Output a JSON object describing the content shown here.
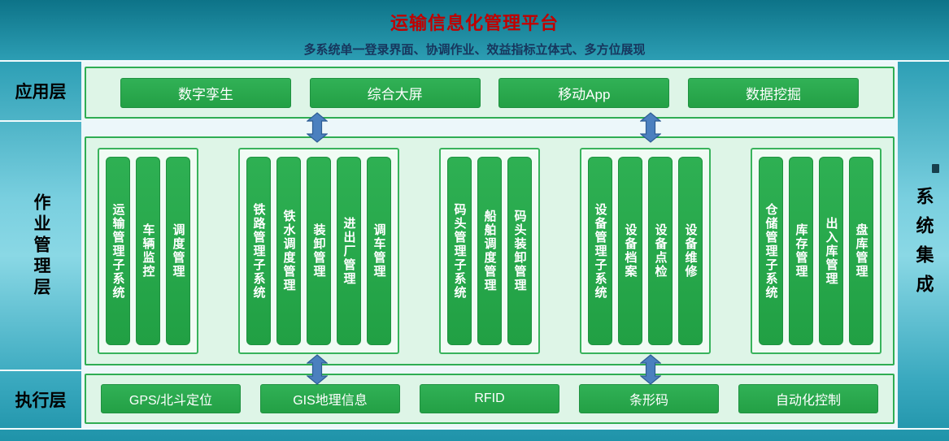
{
  "header": {
    "title": "运输信息化管理平台",
    "subtitle": "多系统单一登录界面、协调作业、效益指标立体式、多方位展现"
  },
  "side": {
    "right_label": "系统集成"
  },
  "layers": {
    "application": {
      "label": "应用层",
      "items": [
        "数字孪生",
        "综合大屏",
        "移动App",
        "数据挖掘"
      ]
    },
    "operation": {
      "label": "作业管理层",
      "groups": [
        {
          "bars": [
            "运输管理子系统",
            "车辆监控",
            "调度管理"
          ]
        },
        {
          "bars": [
            "铁路管理子系统",
            "铁水调度管理",
            "装卸管理",
            "进出厂管理",
            "调车管理"
          ]
        },
        {
          "bars": [
            "码头管理子系统",
            "船舶调度管理",
            "码头装卸管理"
          ]
        },
        {
          "bars": [
            "设备管理子系统",
            "设备档案",
            "设备点检",
            "设备维修"
          ]
        },
        {
          "bars": [
            "仓储管理子系统",
            "库存管理",
            "出入库管理",
            "盘库管理"
          ]
        }
      ]
    },
    "execution": {
      "label": "执行层",
      "items": [
        "GPS/北斗定位",
        "GIS地理信息",
        "RFID",
        "条形码",
        "自动化控制"
      ]
    }
  },
  "colors": {
    "accent_green": "#28a449",
    "panel_mint": "#def5e7",
    "panel_border": "#2fad53",
    "title_red": "#c00000",
    "subtitle_navy": "#17365d",
    "arrow_blue": "#4b80bf",
    "background_teal": "#2d9fb5"
  }
}
